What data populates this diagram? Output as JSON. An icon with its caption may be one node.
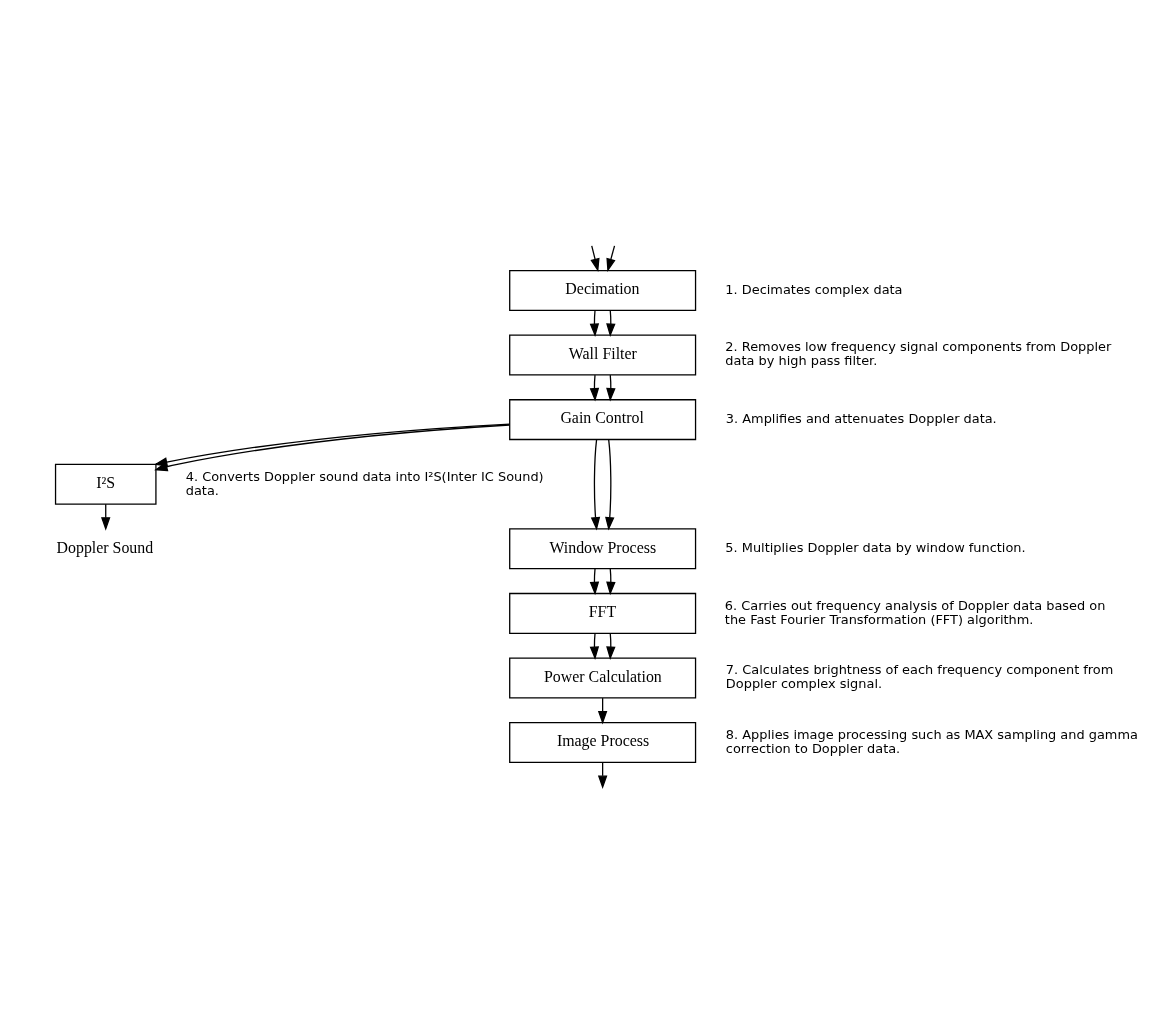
{
  "diagram": {
    "nodes": [
      {
        "text": [
          "Decimation"
        ],
        "beside": [
          "1. Decimates complex data"
        ]
      },
      {
        "text": [
          "Wall Filter"
        ],
        "beside": [
          "2. Removes low frequency signal components from Doppler data by high pass filter."
        ]
      },
      {
        "text": [
          "Gain Control"
        ],
        "beside": [
          "3. Amplifies and attenuates Doppler data."
        ]
      },
      {
        "text": [
          "I²S"
        ],
        "beside": [
          "4. Converts Doppler sound data into I²S(Inter IC Sound) data."
        ]
      },
      {
        "text": [
          "Doppler Sound"
        ]
      },
      {
        "text": [
          "Window Process"
        ],
        "beside": [
          "5. Multiplies Doppler data by window function."
        ]
      },
      {
        "text": [
          "FFT"
        ],
        "beside": [
          "6. Carries out frequency analysis of Doppler data based on the Fast Fourier Transformation (FFT) algorithm."
        ]
      },
      {
        "text": [
          "Power Calculation"
        ],
        "beside": [
          "7. Calculates brightness of each frequency component from Doppler complex signal."
        ]
      },
      {
        "text": [
          "Image Process"
        ],
        "beside": [
          "8. Applies image processing such as MAX sampling and gamma correction to Doppler data."
        ]
      }
    ],
    "edges": [
      {
        "from": null,
        "to": 0,
        "arrow": "to"
      },
      {
        "from": null,
        "to": 0,
        "arrow": "to"
      },
      {
        "from": 0,
        "to": 1,
        "arrow": "to"
      },
      {
        "from": 0,
        "to": 1,
        "arrow": "to"
      },
      {
        "from": 1,
        "to": 2,
        "arrow": "to"
      },
      {
        "from": 1,
        "to": 2,
        "arrow": "to"
      },
      {
        "from": 2,
        "to": 3,
        "arrow": "to"
      },
      {
        "from": 2,
        "to": 3,
        "arrow": "to"
      },
      {
        "from": 3,
        "to": 4,
        "arrow": "to"
      },
      {
        "from": 2,
        "to": 5,
        "arrow": "to"
      },
      {
        "from": 2,
        "to": 5,
        "arrow": "to"
      },
      {
        "from": 5,
        "to": 6,
        "arrow": "to"
      },
      {
        "from": 5,
        "to": 6,
        "arrow": "to"
      },
      {
        "from": 6,
        "to": 7,
        "arrow": "to"
      },
      {
        "from": 6,
        "to": 7,
        "arrow": "to"
      },
      {
        "from": 7,
        "to": 8,
        "arrow": "to"
      },
      {
        "from": 8,
        "to": null,
        "arrow": "to"
      }
    ]
  }
}
